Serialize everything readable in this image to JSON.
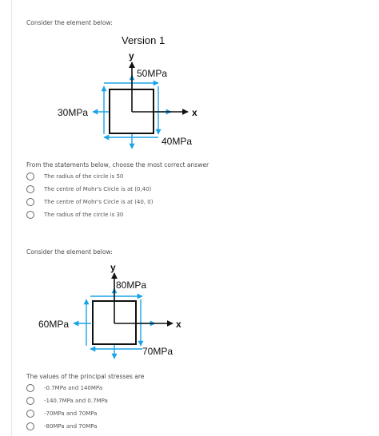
{
  "q1": {
    "intro": "Consider the element below:",
    "diagram": {
      "version": "Version 1",
      "y_axis": "y",
      "x_axis": "x",
      "top_stress": "50MPa",
      "left_stress": "30MPa",
      "right_stress": "40MPa"
    },
    "prompt": "From the statements below, choose the most correct answer",
    "options": [
      "The radius of the circle is 50",
      "The centre of Mohr's Circle is at (0,40)",
      "The centre of Mohr's Circle is at (40, 0)",
      "The radius of the circle is 30"
    ]
  },
  "q2": {
    "intro": "Consider the element below:",
    "diagram": {
      "y_axis": "y",
      "x_axis": "x",
      "top_stress": "80MPa",
      "left_stress": "60MPa",
      "right_stress": "70MPa"
    },
    "prompt": "The values of the principal stresses are",
    "options": [
      "-0.7MPa and 140MPa",
      "-140.7MPa and 0.7MPa",
      "-70MPa and 70MPa",
      "-80MPa and 70MPa"
    ]
  },
  "colors": {
    "arrow": "#1aa3e8",
    "element": "#111111",
    "radio": "#666666"
  }
}
